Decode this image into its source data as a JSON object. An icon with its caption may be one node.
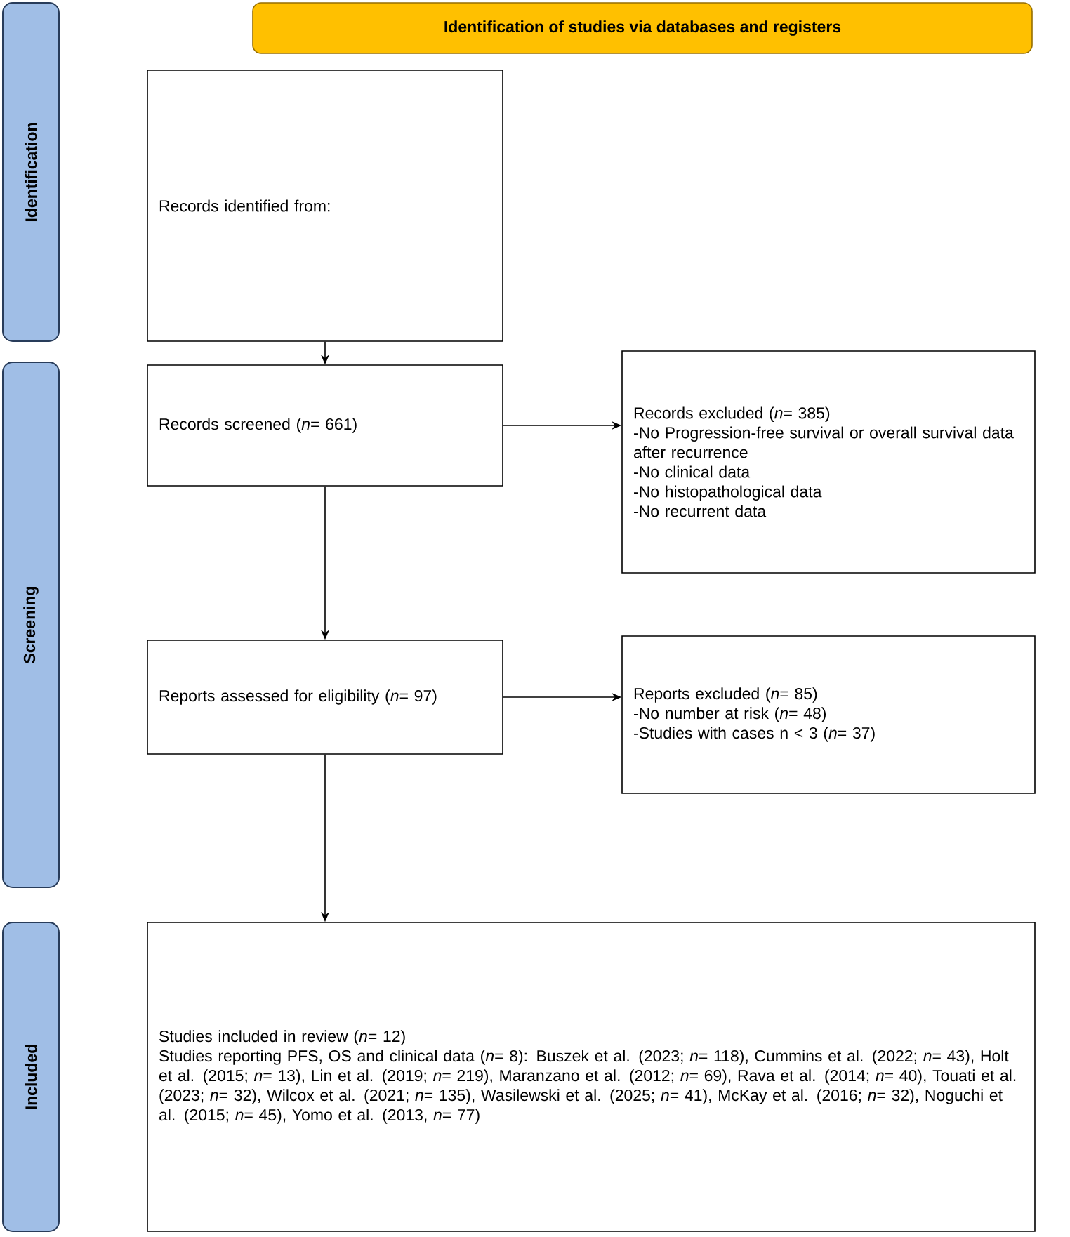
{
  "diagram": {
    "nodes": [
      {
        "text": [
          "Identification of studies via databases and registers"
        ]
      },
      {
        "text": [
          "Identification"
        ]
      },
      {
        "text": [
          "Screening"
        ]
      },
      {
        "text": [
          "Included"
        ]
      },
      {
        "text": [
          "Records identified from:"
        ]
      },
      {
        "text": [
          "Records screened (*n*= 661)"
        ]
      },
      {
        "text": [
          "Records excluded (*n*= 385)",
          "-No Progression-free survival or overall survival data after recurrence",
          "-No clinical data",
          "-No histopathological data",
          "-No recurrent data"
        ]
      },
      {
        "text": [
          "Reports assessed for eligibility (*n*= 97)"
        ]
      },
      {
        "text": [
          "Reports excluded (*n*= 85)",
          "-No number at risk (*n*= 48)",
          "-Studies with cases n < 3 (*n*= 37)"
        ]
      },
      {
        "text": [
          "Studies included in review (*n*= 12)",
          "Studies reporting PFS, OS and clinical data (*n*= 8): Buszek et al. (2023; *n*= 118), Cummins et al. (2022; *n*= 43), Holt et al. (2015; *n*= 13), Lin et al. (2019; *n*= 219), Maranzano et al. (2012; *n*= 69), Rava et al. (2014; *n*= 40), Touati et al. (2023; *n*= 32), Wilcox et al. (2021; *n*= 135), Wasilewski et al. (2025; *n*= 41), McKay et al. (2016; *n*= 32), Noguchi et al. (2015; *n*= 45), Yomo et al. (2013, *n*= 77)"
        ]
      }
    ],
    "edges": [
      {
        "from": 4,
        "to": 5,
        "arrow": "to"
      },
      {
        "from": 5,
        "to": 6,
        "arrow": "to"
      },
      {
        "from": 5,
        "to": 7,
        "arrow": "to"
      },
      {
        "from": 7,
        "to": 8,
        "arrow": "to"
      },
      {
        "from": 7,
        "to": 9,
        "arrow": "to"
      }
    ]
  }
}
